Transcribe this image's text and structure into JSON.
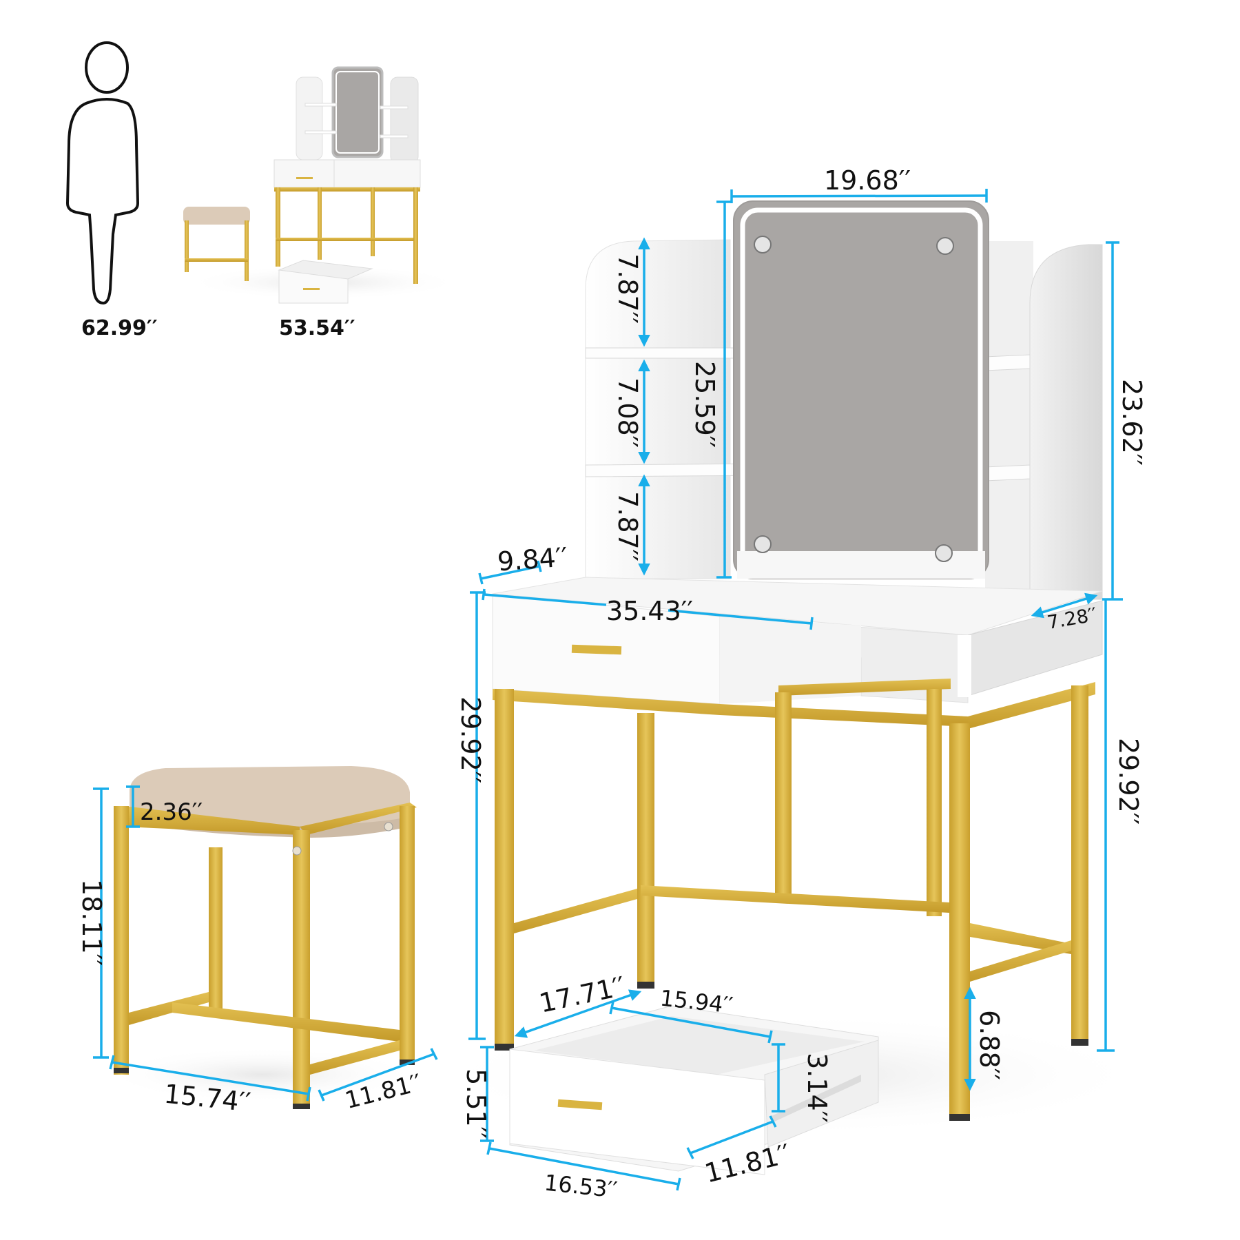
{
  "overview": {
    "person_height": "62.99′′",
    "vanity_height": "53.54′′"
  },
  "vanity": {
    "mirror_width": "19.68′′",
    "mirror_height": "25.59′′",
    "shelf_top_gap": "7.87′′",
    "shelf_middle_gap": "7.08′′",
    "shelf_bottom_gap": "7.87′′",
    "hutch_height": "23.62′′",
    "hutch_side_depth": "9.84′′",
    "hutch_right_depth": "7.28′′",
    "desk_width": "35.43′′",
    "desk_height_left": "29.92′′",
    "desk_height_right": "29.92′′",
    "desk_depth": "17.71′′",
    "foot_bar_height": "6.88′′"
  },
  "stool": {
    "cushion_thickness": "2.36′′",
    "height": "18.11′′",
    "width": "15.74′′",
    "depth": "11.81′′"
  },
  "drawer": {
    "inner_width": "15.94′′",
    "front_width": "16.53′′",
    "front_height": "5.51′′",
    "inner_height": "3.14′′",
    "depth": "11.81′′"
  },
  "colors": {
    "dimension_line": "#19aeea",
    "gold_frame": "#d9b441",
    "mirror_gray": "#a9a6a4",
    "cushion": "#dccbb8",
    "white_panel": "#f4f4f4"
  }
}
